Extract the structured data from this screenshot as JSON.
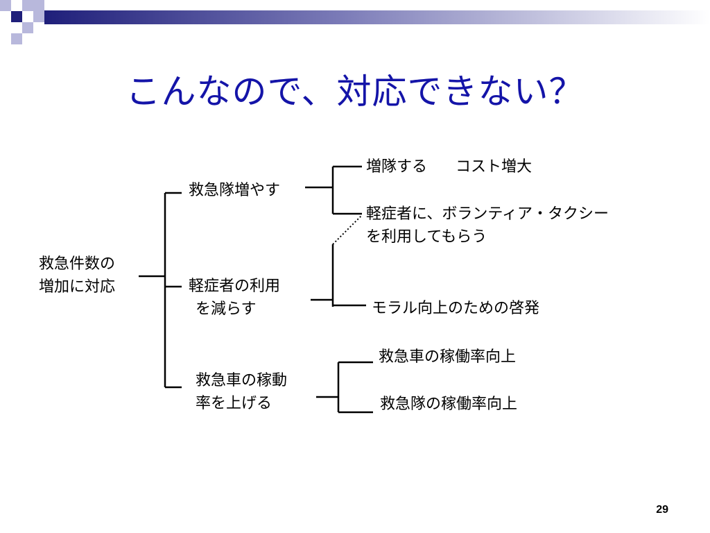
{
  "title": "こんなので、対応できない？",
  "nodes": {
    "root": {
      "line1": "救急件数の",
      "line2": "増加に対応"
    },
    "b1": {
      "label": "救急隊増やす"
    },
    "b1_1": {
      "label": "増隊する",
      "note": "コスト増大"
    },
    "b1_2": {
      "line1": "軽症者に、ボランティア・タクシー",
      "line2": "を利用してもらう"
    },
    "b2": {
      "line1": "軽症者の利用",
      "line2": "を減らす"
    },
    "b2_1": {
      "label": "モラル向上のための啓発"
    },
    "b3": {
      "line1": "救急車の稼動",
      "line2": "率を上げる"
    },
    "b3_1": {
      "label": "救急車の稼働率向上"
    },
    "b3_2": {
      "label": "救急隊の稼働率向上"
    }
  },
  "page_number": "29",
  "colors": {
    "title": "#1414a8",
    "deco_navy": "#1f1f7a",
    "deco_light": "#b8b8dc"
  }
}
